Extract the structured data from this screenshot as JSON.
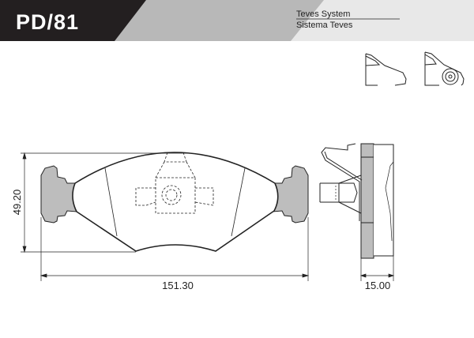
{
  "header": {
    "code": "PD/81",
    "system_en": "Teves System",
    "system_es": "Sistema Teves"
  },
  "icons": {
    "vehicle": "car-front-wheel-icon"
  },
  "dimensions": {
    "height": "49.20",
    "width": "151.30",
    "thickness": "15.00"
  },
  "colors": {
    "header_dark": "#231f20",
    "header_mid": "#b8b8b8",
    "header_light": "#e8e8e8",
    "backing_plate": "#bdbdbd"
  }
}
